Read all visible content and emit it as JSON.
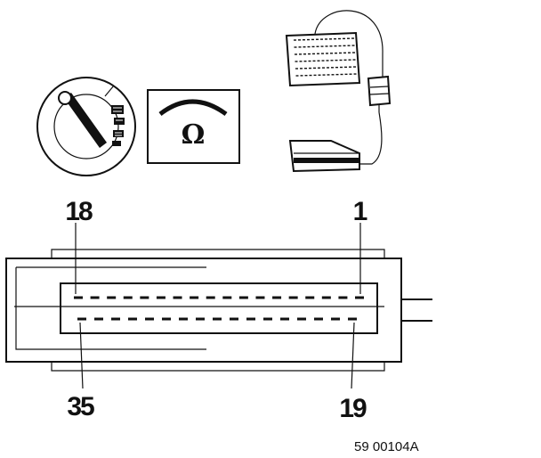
{
  "figure": {
    "pin_labels": {
      "top_left": "18",
      "top_right": "1",
      "bottom_left": "35",
      "bottom_right": "19"
    },
    "ohmmeter_symbol": "Ω",
    "figure_id": "59 00104A"
  },
  "icons": [
    "selector-knob-icon",
    "ohmmeter-icon",
    "control-unit-icon",
    "connector-plug-icon",
    "test-probe-icon"
  ]
}
